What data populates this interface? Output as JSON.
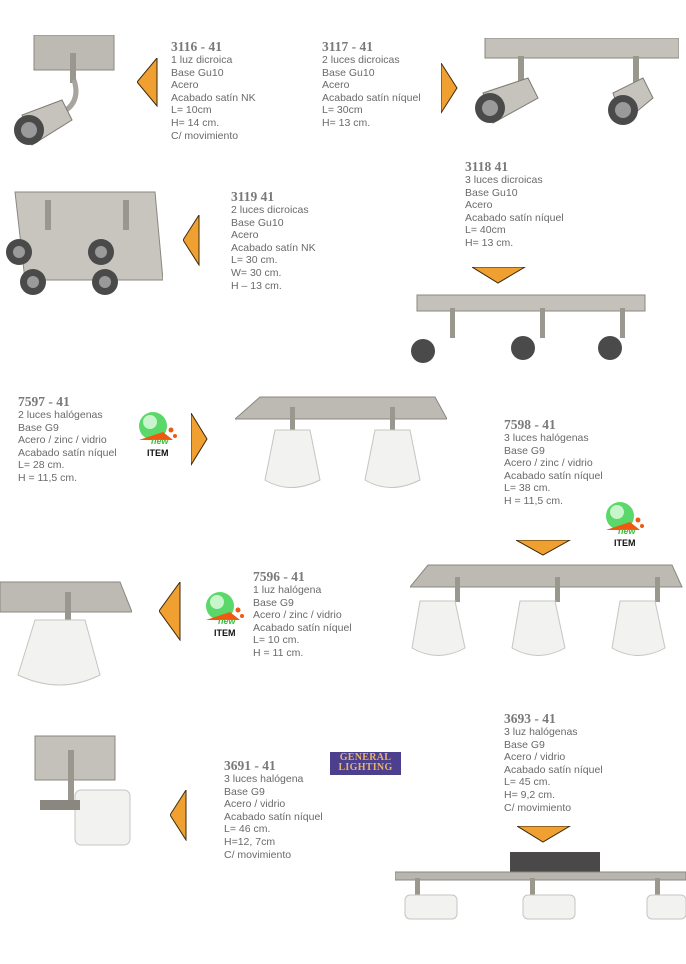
{
  "colors": {
    "arrow": "#f0a030",
    "badge_green": "#5ad86a",
    "badge_orange": "#f05a10",
    "logo_bg": "#4b3f8e"
  },
  "brand_logo": {
    "line1": "GENERAL",
    "line2": "LIGHTING"
  },
  "badge": {
    "new": "new",
    "item": "ITEM"
  },
  "products": [
    {
      "id": "3116",
      "code": "3116 - 41",
      "lines": [
        "1 luz dicroica",
        "Base Gu10",
        "Acero",
        "Acabado satín NK",
        "L= 10cm",
        "H= 14 cm.",
        "C/ movimiento"
      ]
    },
    {
      "id": "3117",
      "code": "3117 - 41",
      "lines": [
        "2 luces dicroicas",
        "Base Gu10",
        "Acero",
        "Acabado satín níquel",
        "L= 30cm",
        "H= 13  cm."
      ]
    },
    {
      "id": "3119",
      "code": "3119 41",
      "lines": [
        "2 luces dicroicas",
        "Base Gu10",
        "Acero",
        "Acabado satín NK",
        "L= 30 cm.",
        "W= 30 cm.",
        "H – 13 cm."
      ]
    },
    {
      "id": "3118",
      "code": "3118 41",
      "lines": [
        "3 luces dicroicas",
        "Base Gu10",
        "Acero",
        "Acabado satín níquel",
        "L= 40cm",
        "H= 13 cm."
      ]
    },
    {
      "id": "7597",
      "code": "7597 - 41",
      "lines": [
        "2 luces halógenas",
        "Base G9",
        "Acero / zinc / vidrio",
        "Acabado satín níquel",
        "L= 28 cm.",
        "H = 11,5  cm."
      ]
    },
    {
      "id": "7598",
      "code": "7598 - 41",
      "lines": [
        "3 luces halógenas",
        "Base G9",
        "Acero / zinc / vidrio",
        "Acabado satín níquel",
        "L= 38 cm.",
        "H = 11,5  cm."
      ]
    },
    {
      "id": "7596",
      "code": "7596 - 41",
      "lines": [
        "1 luz halógena",
        "Base G9",
        "Acero / zinc / vidrio",
        "Acabado satín níquel",
        "L= 10 cm.",
        "H = 11 cm."
      ]
    },
    {
      "id": "3691",
      "code": "3691 - 41",
      "lines": [
        "3 luces halógena",
        "Base G9",
        "Acero / vidrio",
        "Acabado satín níquel",
        "L= 46 cm.",
        "H=12, 7cm",
        "C/ movimiento"
      ]
    },
    {
      "id": "3693",
      "code": "3693 - 41",
      "lines": [
        "3 luz halógenas",
        "Base G9",
        "Acero / vidrio",
        "Acabado satín níquel",
        "L= 45 cm.",
        "H= 9,2 cm.",
        "C/ movimiento"
      ]
    }
  ]
}
